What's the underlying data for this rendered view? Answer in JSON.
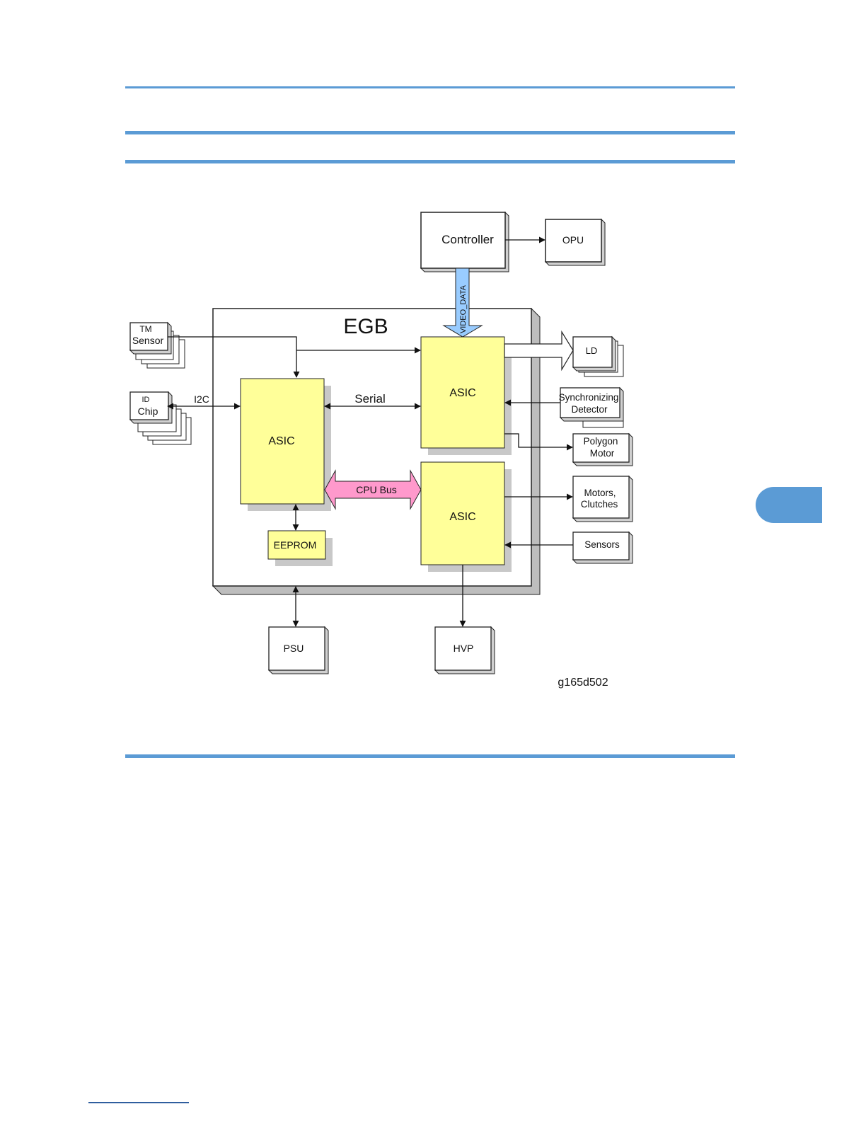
{
  "diagram": {
    "egb_label": "EGB",
    "controller_label": "Controller",
    "opu_label": "OPU",
    "video_data_label": "VIDEO_DATA",
    "tm_sensor_label_1": "TM",
    "tm_sensor_label_2": "Sensor",
    "id_chip_label_1": "ID",
    "id_chip_label_2": "Chip",
    "i2c_label": "I2C",
    "serial_label": "Serial",
    "asic_main_label": "ASIC",
    "asic_top_label": "ASIC",
    "asic_bottom_label": "ASIC",
    "cpu_bus_label": "CPU Bus",
    "eeprom_label": "EEPROM",
    "ld_label": "LD",
    "sync_label_1": "Synchronizing",
    "sync_label_2": "Detector",
    "polygon_label_1": "Polygon",
    "polygon_label_2": "Motor",
    "motors_label_1": "Motors,",
    "motors_label_2": "Clutches",
    "sensors_label": "Sensors",
    "psu_label": "PSU",
    "hvp_label": "HVP",
    "figure_id": "g165d502"
  },
  "colors": {
    "rule": "#5b9bd5",
    "asic_fill": "#ffff99",
    "cpu_bus_fill": "#ff99cc",
    "video_data_fill": "#99ccff",
    "shadow": "#c8c8c8"
  }
}
